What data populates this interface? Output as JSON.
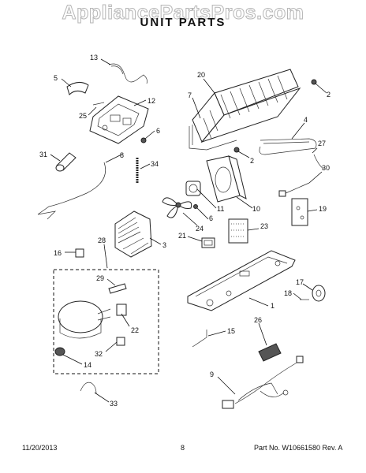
{
  "watermark": "AppliancePartsPros.com",
  "title": "UNIT PARTS",
  "footer": {
    "date": "11/20/2013",
    "page": "8",
    "part_no": "Part No. W10661580 Rev. A"
  },
  "callouts": [
    {
      "id": "c13",
      "label": "13"
    },
    {
      "id": "c5",
      "label": "5"
    },
    {
      "id": "c12",
      "label": "12"
    },
    {
      "id": "c25",
      "label": "25"
    },
    {
      "id": "c6a",
      "label": "6"
    },
    {
      "id": "c31",
      "label": "31"
    },
    {
      "id": "c8",
      "label": "8"
    },
    {
      "id": "c34",
      "label": "34"
    },
    {
      "id": "c20",
      "label": "20"
    },
    {
      "id": "c7",
      "label": "7"
    },
    {
      "id": "c2a",
      "label": "2"
    },
    {
      "id": "c2b",
      "label": "2"
    },
    {
      "id": "c4",
      "label": "4"
    },
    {
      "id": "c27",
      "label": "27"
    },
    {
      "id": "c30",
      "label": "30"
    },
    {
      "id": "c19",
      "label": "19"
    },
    {
      "id": "c11",
      "label": "11"
    },
    {
      "id": "c6b",
      "label": "6"
    },
    {
      "id": "c10",
      "label": "10"
    },
    {
      "id": "c24",
      "label": "24"
    },
    {
      "id": "c23",
      "label": "23"
    },
    {
      "id": "c21",
      "label": "21"
    },
    {
      "id": "c3",
      "label": "3"
    },
    {
      "id": "c28",
      "label": "28"
    },
    {
      "id": "c16",
      "label": "16"
    },
    {
      "id": "c29",
      "label": "29"
    },
    {
      "id": "c22",
      "label": "22"
    },
    {
      "id": "c32",
      "label": "32"
    },
    {
      "id": "c14",
      "label": "14"
    },
    {
      "id": "c33",
      "label": "33"
    },
    {
      "id": "c1",
      "label": "1"
    },
    {
      "id": "c17",
      "label": "17"
    },
    {
      "id": "c18",
      "label": "18"
    },
    {
      "id": "c15",
      "label": "15"
    },
    {
      "id": "c26",
      "label": "26"
    },
    {
      "id": "c9",
      "label": "9"
    }
  ]
}
